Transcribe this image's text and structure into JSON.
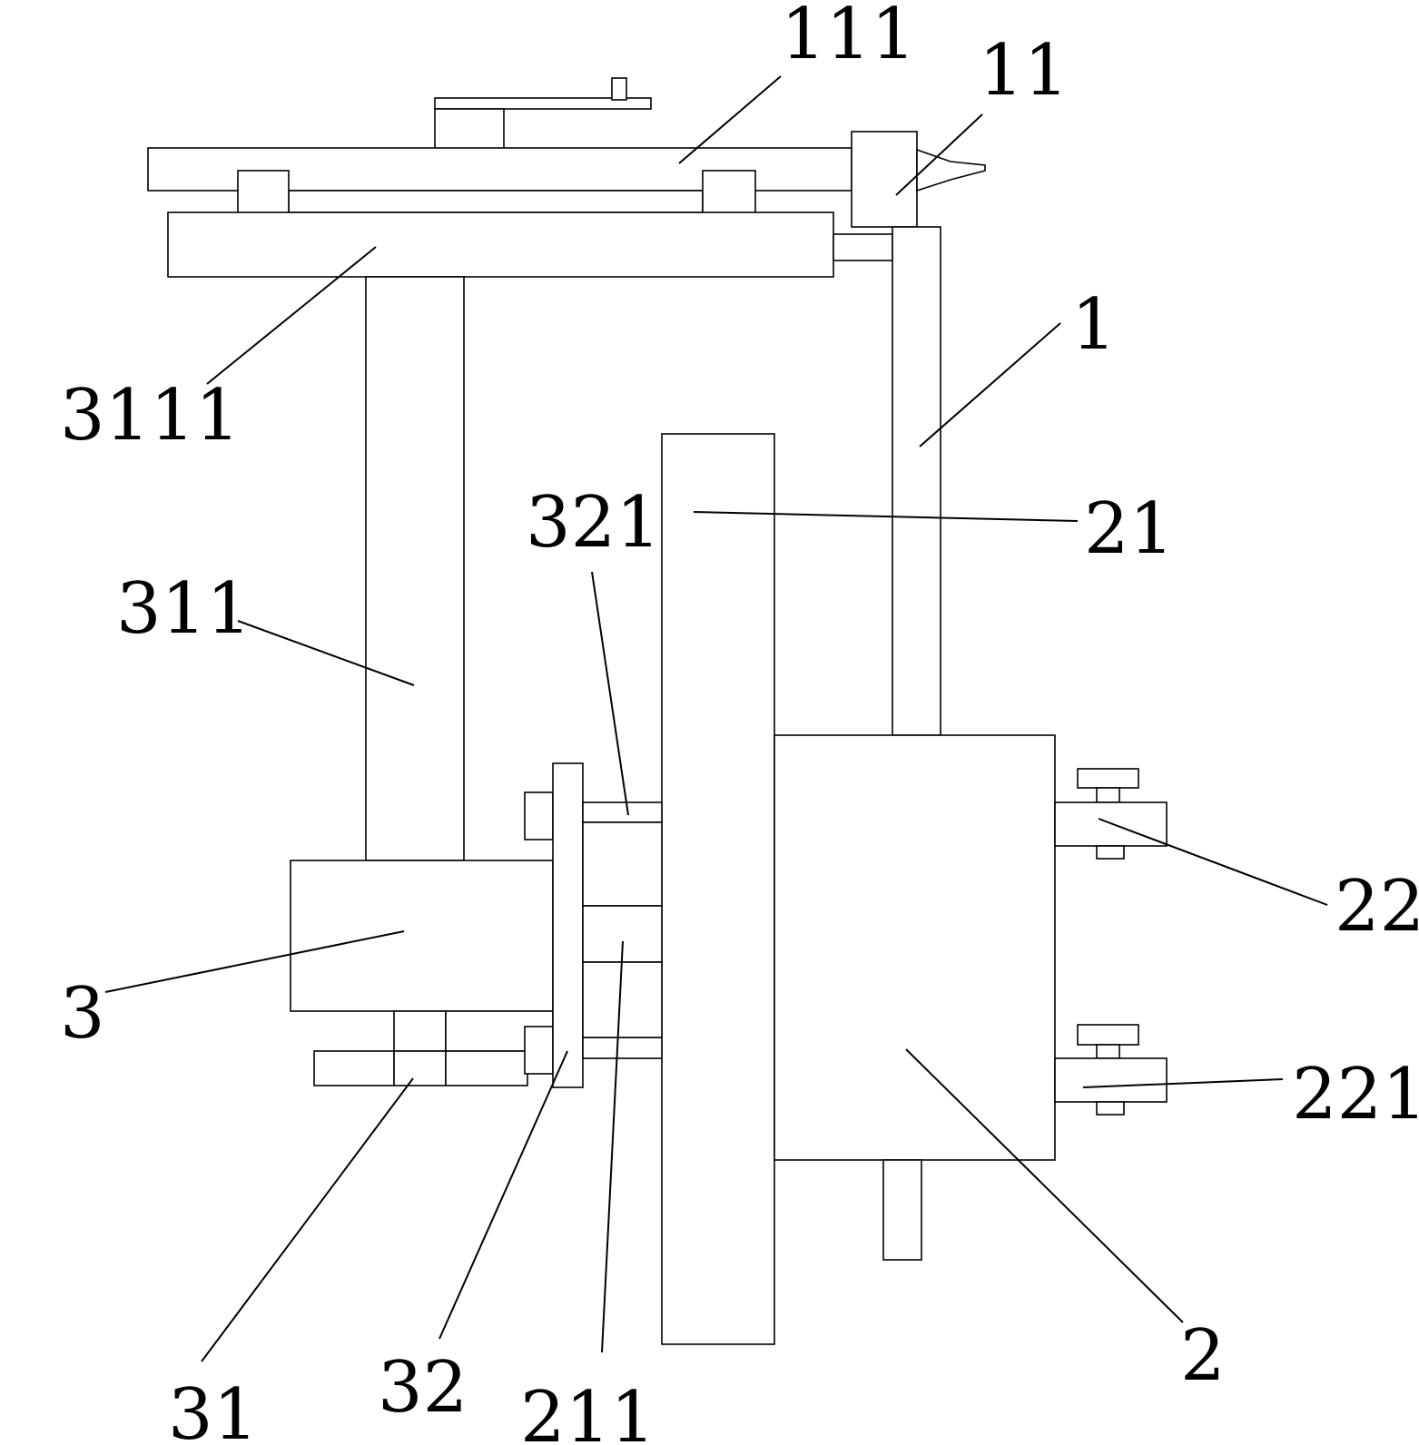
{
  "figure": {
    "labels": {
      "l111": "111",
      "l11": "11",
      "l1": "1",
      "l3111": "3111",
      "l21": "21",
      "l321": "321",
      "l311": "311",
      "l22": "22",
      "l3": "3",
      "l221": "221",
      "l31": "31",
      "l32": "32",
      "l211": "211",
      "l2": "2"
    },
    "colors": {
      "line": "#000000",
      "background": "#ffffff"
    }
  }
}
